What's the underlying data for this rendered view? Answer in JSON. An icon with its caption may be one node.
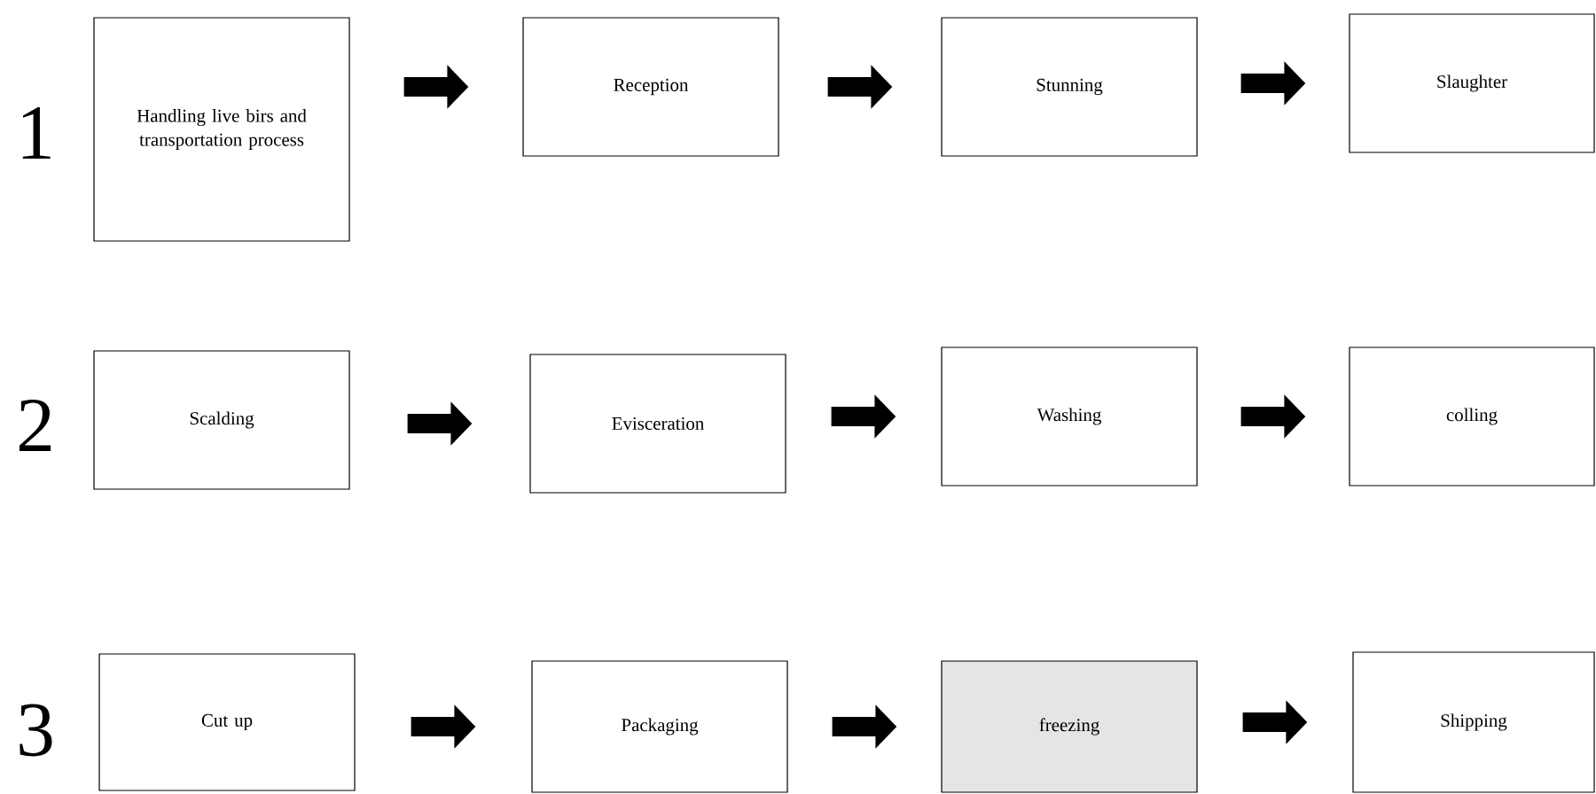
{
  "diagram": {
    "nodes": [
      {
        "text": [
          "Handling live birs and transportation process"
        ]
      },
      {
        "text": [
          "Reception"
        ]
      },
      {
        "text": [
          "Stunning"
        ]
      },
      {
        "text": [
          "Slaughter"
        ]
      },
      {
        "text": [
          "Scalding"
        ]
      },
      {
        "text": [
          "Evisceration"
        ]
      },
      {
        "text": [
          "Washing"
        ]
      },
      {
        "text": [
          "colling"
        ]
      },
      {
        "text": [
          "Cut up"
        ]
      },
      {
        "text": [
          "Packaging"
        ]
      },
      {
        "text": [
          "freezing"
        ]
      },
      {
        "text": [
          "Shipping"
        ]
      }
    ],
    "edges": [
      {
        "from": 0,
        "to": 1,
        "arrow": "to"
      },
      {
        "from": 1,
        "to": 2,
        "arrow": "to"
      },
      {
        "from": 2,
        "to": 3,
        "arrow": "to"
      },
      {
        "from": 4,
        "to": 5,
        "arrow": "to"
      },
      {
        "from": 5,
        "to": 6,
        "arrow": "to"
      },
      {
        "from": 6,
        "to": 7,
        "arrow": "to"
      },
      {
        "from": 8,
        "to": 9,
        "arrow": "to"
      },
      {
        "from": 9,
        "to": 10,
        "arrow": "to"
      },
      {
        "from": 10,
        "to": 11,
        "arrow": "to"
      }
    ],
    "labels": [
      "1",
      "2",
      "3"
    ]
  }
}
